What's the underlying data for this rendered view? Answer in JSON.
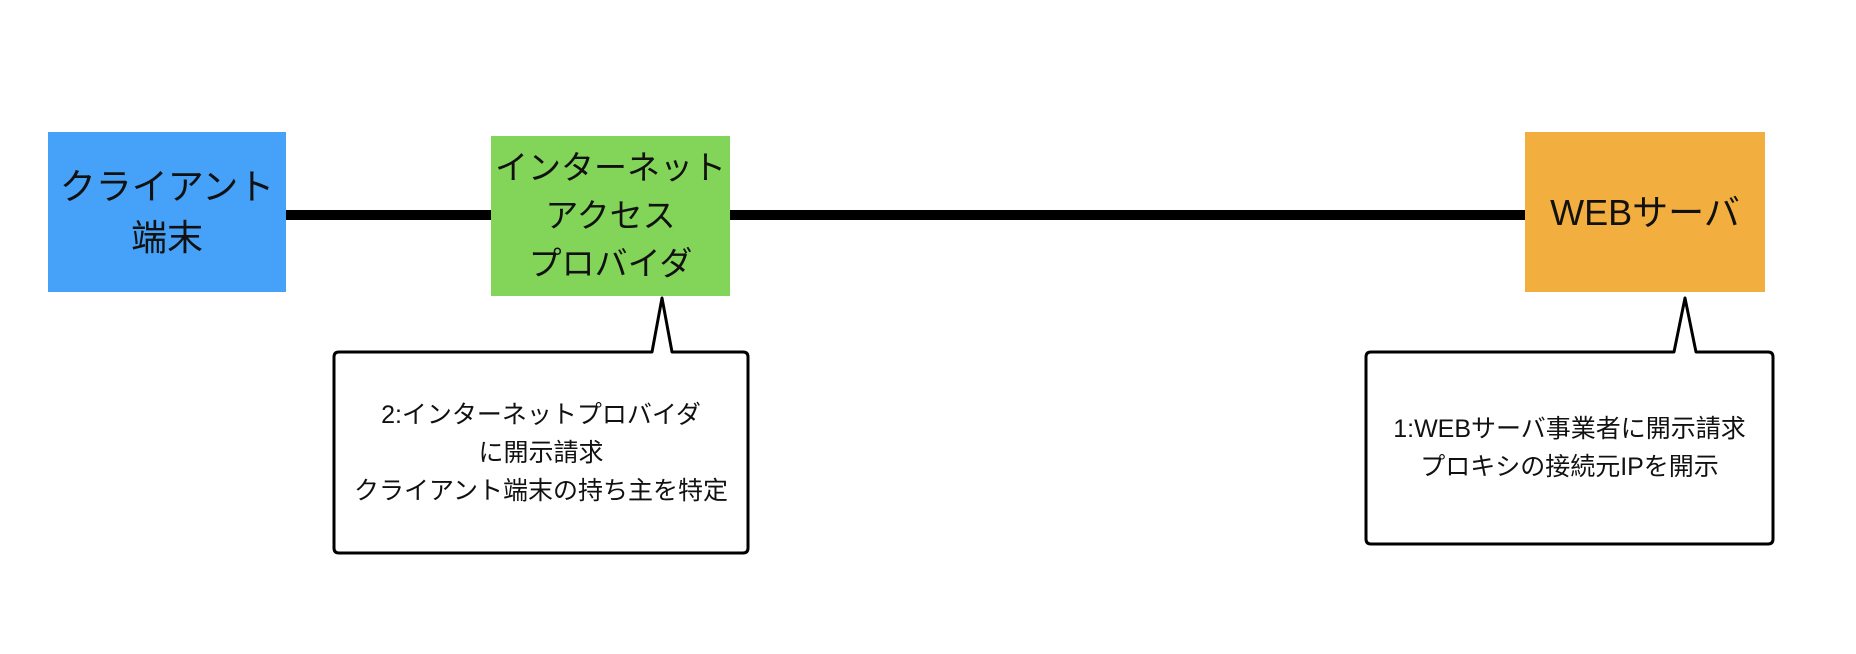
{
  "nodes": {
    "client": {
      "lines": [
        "クライアント",
        "端末"
      ],
      "color": "#45A2F8"
    },
    "isp": {
      "lines": [
        "インターネット",
        "アクセス",
        "プロバイダ"
      ],
      "color": "#83D55A"
    },
    "web": {
      "lines": [
        "WEBサーバ"
      ],
      "color": "#F2AF3F"
    }
  },
  "callouts": [
    {
      "lines": [
        "2:インターネットプロバイダ",
        "に開示請求",
        "クライアント端末の持ち主を特定"
      ]
    },
    {
      "lines": [
        "1:WEBサーバ事業者に開示請求",
        "プロキシの接続元IPを開示"
      ]
    }
  ],
  "colors": {
    "connector": "#000000",
    "callout_border": "#000000",
    "callout_fill": "#FFFFFF",
    "background": "#FFFFFF"
  }
}
